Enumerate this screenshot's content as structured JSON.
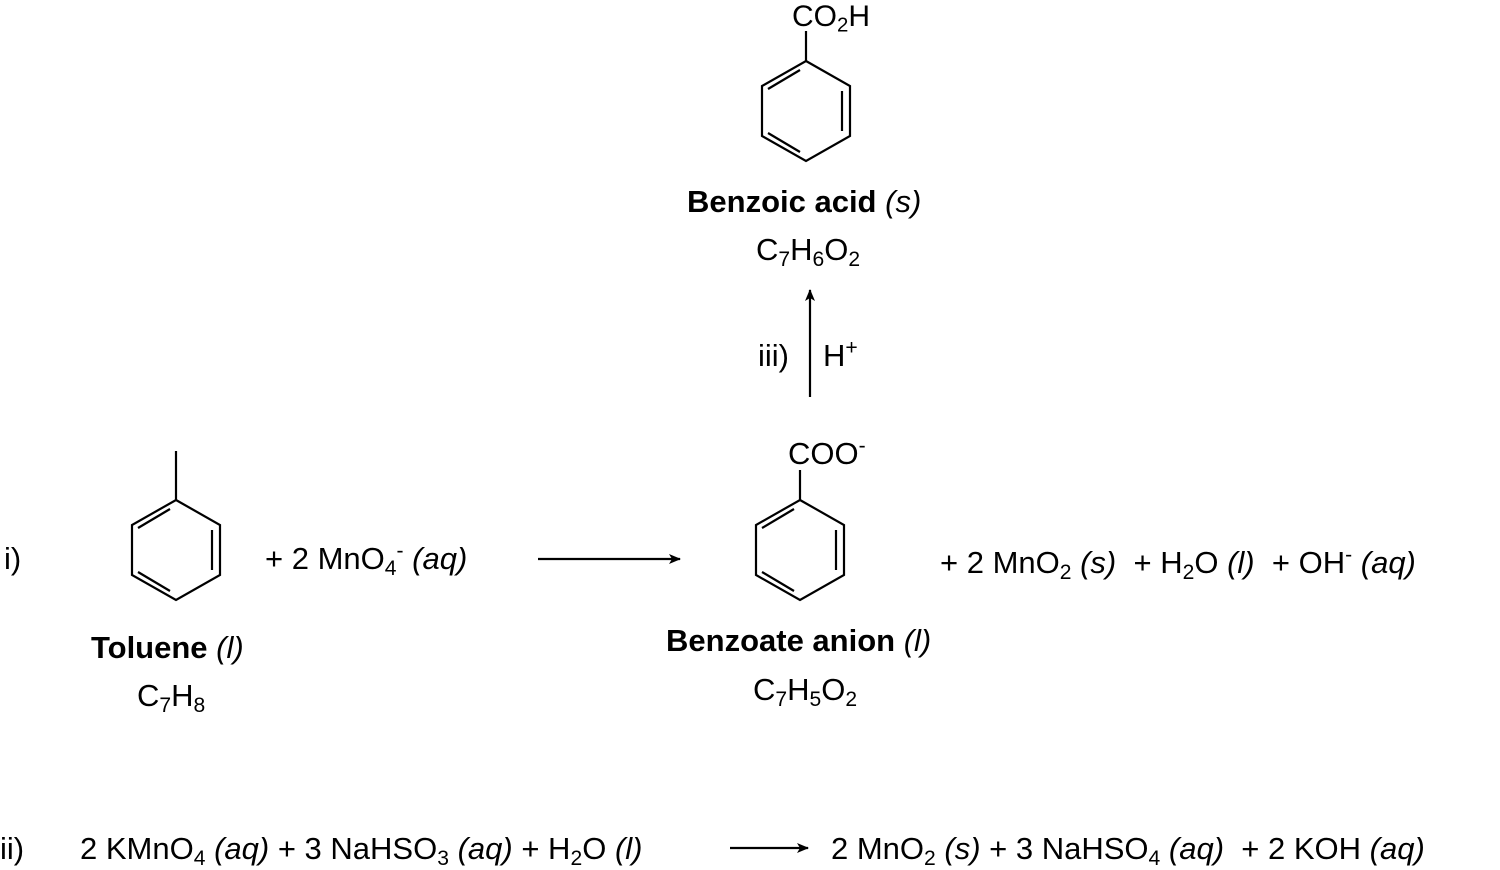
{
  "scheme": {
    "benzoic_acid": {
      "substituent_main": "CO",
      "substituent_sub": "2",
      "substituent_tail": "H",
      "name": "Benzoic acid",
      "state": "(s)",
      "formula": [
        [
          "C",
          ""
        ],
        [
          "H",
          "7"
        ],
        [
          "O",
          "6"
        ],
        [
          "",
          "2"
        ]
      ]
    },
    "step_iii": {
      "label": "iii)",
      "reagent": "H",
      "reagent_charge": "+"
    },
    "step_i": {
      "label": "i)",
      "toluene": {
        "name": "Toluene",
        "state": "(l)",
        "formula": [
          [
            "C",
            ""
          ],
          [
            "H",
            "7"
          ],
          [
            "",
            "8"
          ]
        ]
      },
      "permanganate": {
        "prefix": "+  2 MnO",
        "sub": "4",
        "charge": "-",
        "state": "(aq)"
      },
      "benzoate": {
        "substituent": "COO",
        "charge": "-",
        "name": "Benzoate anion",
        "state": "(l)",
        "formula": [
          [
            "C",
            ""
          ],
          [
            "H",
            "7"
          ],
          [
            "O",
            "5"
          ],
          [
            "",
            "2"
          ]
        ]
      },
      "products": {
        "mno2_prefix": "+  2 MnO",
        "mno2_sub": "2",
        "mno2_state": "(s)",
        "water_prefix": "+  H",
        "water_sub": "2",
        "water_tail": "O",
        "water_state": "(l)",
        "hydroxide_prefix": "+  OH",
        "hydroxide_charge": "-",
        "hydroxide_state": "(aq)"
      }
    },
    "step_ii": {
      "label": "ii)",
      "lhs": [
        {
          "text": "2 KMnO",
          "sub": "4",
          "state": "(aq)"
        },
        {
          "text": "+ 3 NaHSO",
          "sub": "3",
          "state": "(aq)"
        },
        {
          "text": "+ H",
          "sub": "2",
          "tail": "O",
          "state": "(l)"
        }
      ],
      "rhs": [
        {
          "text": "2 MnO",
          "sub": "2",
          "state": "(s)"
        },
        {
          "text": "+ 3 NaHSO",
          "sub": "4",
          "state": "(aq)"
        },
        {
          "text": "+ 2 KOH",
          "state": "(aq)"
        }
      ]
    }
  }
}
